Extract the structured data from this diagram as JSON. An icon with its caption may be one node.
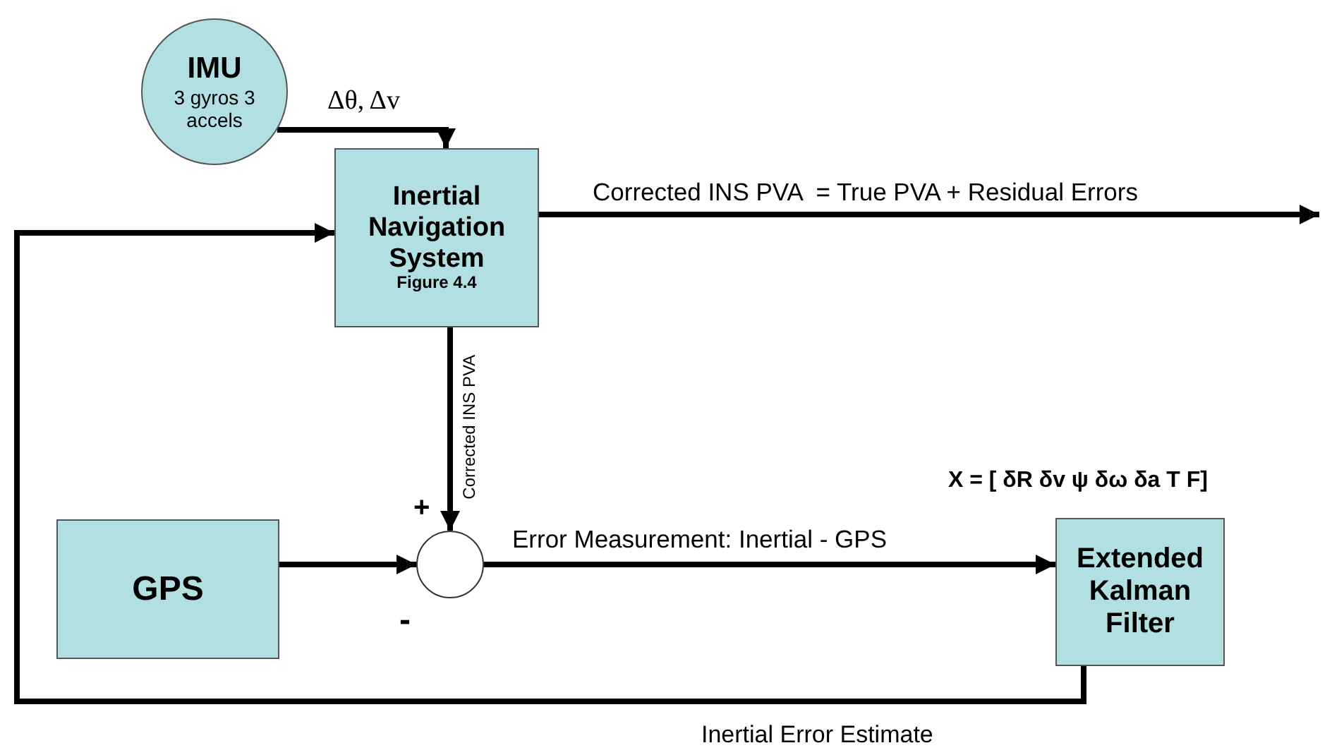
{
  "diagram": {
    "nodes": [
      {
        "text": [
          "IMU",
          "3 gyros 3 accels"
        ]
      },
      {
        "text": [
          "Inertial Navigation System",
          "Figure 4.4"
        ]
      },
      {
        "text": [
          "GPS"
        ]
      },
      {
        "text": [],
        "shape": "circle",
        "beside": [
          "+",
          "-"
        ]
      },
      {
        "text": [
          "Extended Kalman Filter"
        ],
        "beside": [
          "X = [ δR δv ψ δω δa T F]"
        ]
      }
    ],
    "edges": [
      {
        "from": 0,
        "to": 1,
        "arrow": "to",
        "label": "Δθ, Δv"
      },
      {
        "from": 1,
        "to": null,
        "arrow": "to",
        "label": "Corrected INS PVA  = True PVA + Residual Errors"
      },
      {
        "from": 1,
        "to": 3,
        "arrow": "to",
        "label": "Corrected INS PVA"
      },
      {
        "from": 2,
        "to": 3,
        "arrow": "to"
      },
      {
        "from": 3,
        "to": 4,
        "arrow": "to",
        "label": "Error Measurement: Inertial - GPS"
      },
      {
        "from": 4,
        "to": 1,
        "arrow": "to",
        "label": "Inertial Error Estimate"
      }
    ]
  }
}
